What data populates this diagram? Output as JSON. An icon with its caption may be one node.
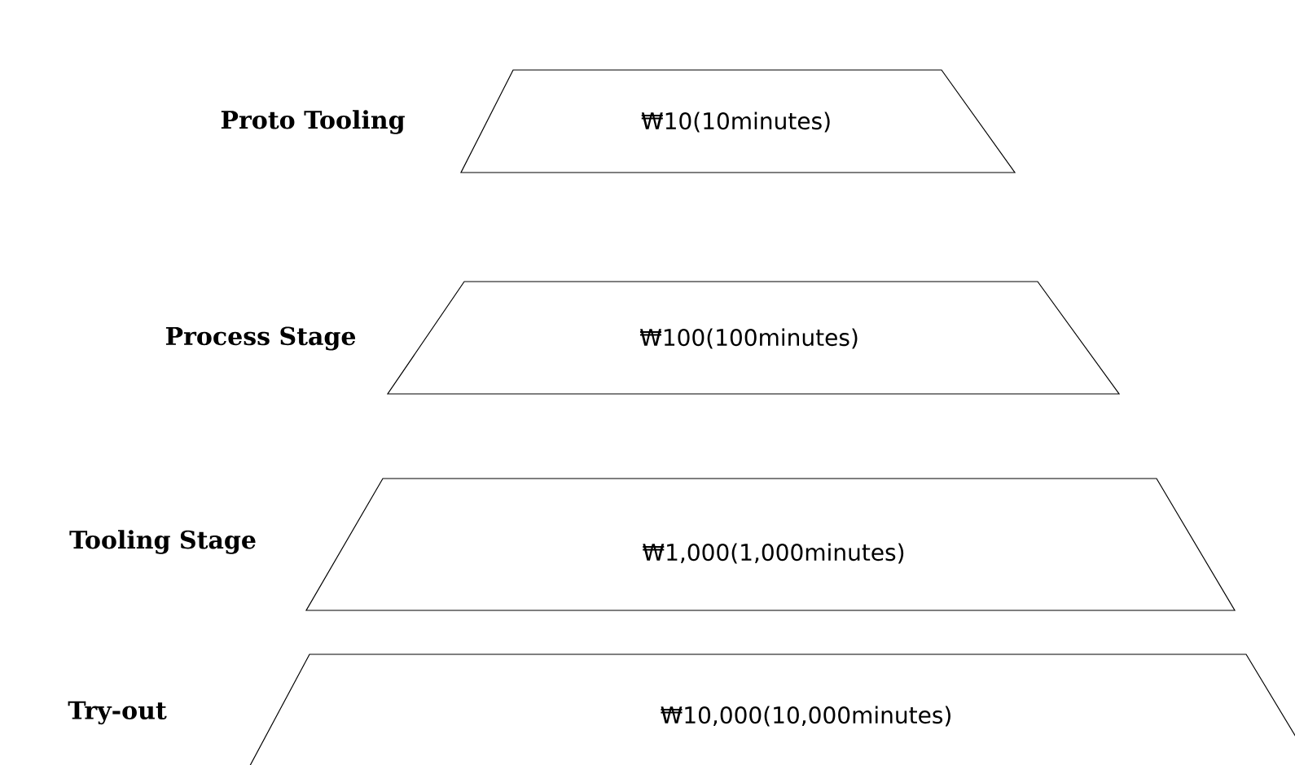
{
  "diagram": {
    "nodes": [
      {
        "text": [
          "₩10(10minutes)"
        ],
        "beside": [
          "Proto Tooling"
        ]
      },
      {
        "text": [
          "₩100(100minutes)"
        ],
        "beside": [
          "Process Stage"
        ]
      },
      {
        "text": [
          "₩1,000(1,000minutes)"
        ],
        "beside": [
          "Tooling Stage"
        ]
      },
      {
        "text": [
          "₩10,000(10,000minutes)"
        ],
        "beside": [
          "Try-out"
        ]
      }
    ]
  }
}
